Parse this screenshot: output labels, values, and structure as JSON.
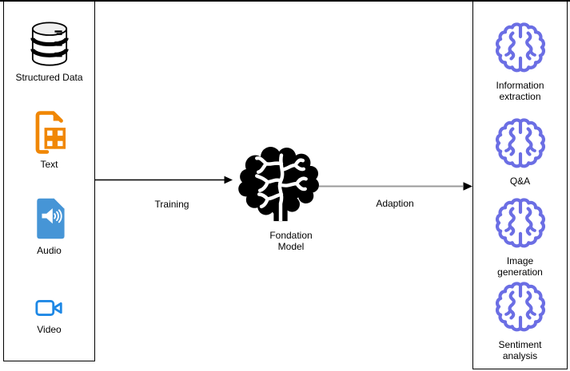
{
  "colors": {
    "panel_border": "#000000",
    "arrow_line": "#000000",
    "adaption_line": "#999999",
    "database_fill": "#f0f0f0",
    "text_icon": "#f08705",
    "audio_icon": "#4695d6",
    "video_icon": "#1e88e5",
    "center_brain": "#000000",
    "task_brain": "#6b6ee4"
  },
  "inputs_panel": {
    "items": [
      {
        "icon": "database-icon",
        "label": "Structured Data"
      },
      {
        "icon": "text-document-icon",
        "label": "Text"
      },
      {
        "icon": "audio-document-icon",
        "label": "Audio"
      },
      {
        "icon": "video-camera-icon",
        "label": "Video"
      }
    ]
  },
  "center_node": {
    "icon": "brain-side-icon",
    "label": "Fondation\nModel"
  },
  "edges": {
    "training": {
      "label": "Training"
    },
    "adaption": {
      "label": "Adaption"
    }
  },
  "outputs_panel": {
    "items": [
      {
        "icon": "brain-top-icon",
        "label": "Information\nextraction"
      },
      {
        "icon": "brain-top-icon",
        "label": "Q&A"
      },
      {
        "icon": "brain-top-icon",
        "label": "Image\ngeneration"
      },
      {
        "icon": "brain-top-icon",
        "label": "Sentiment\nanalysis"
      }
    ]
  }
}
